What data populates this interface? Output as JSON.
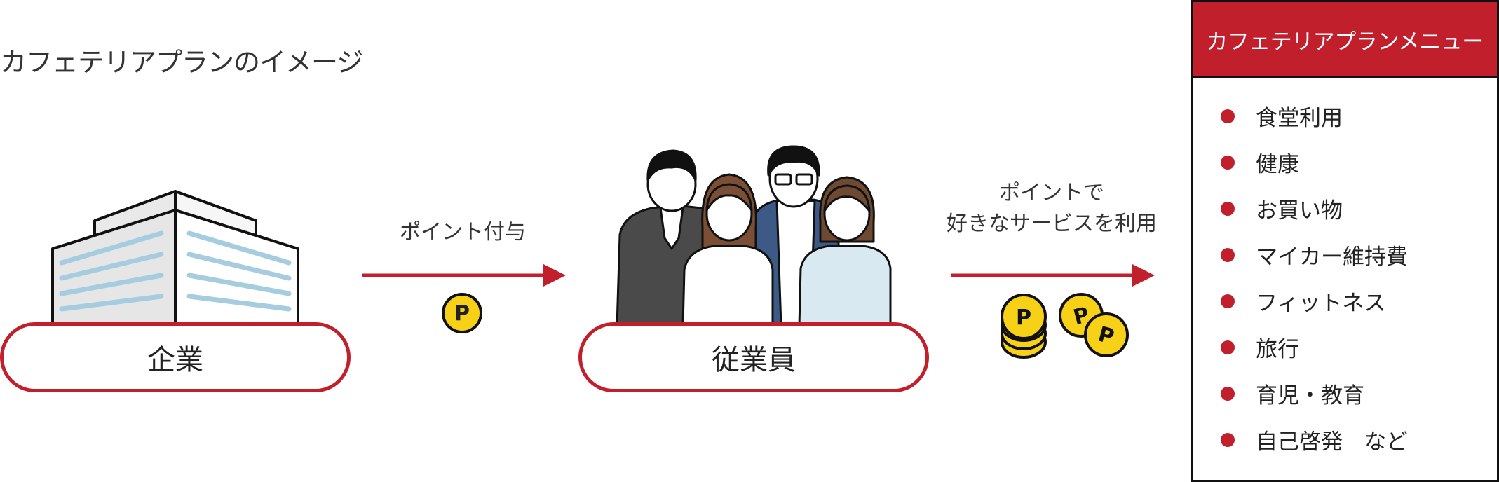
{
  "title": "カフェテリアプランのイメージ",
  "company": {
    "label": "企業"
  },
  "employees": {
    "label": "従業員"
  },
  "flow1": {
    "caption": "ポイント付与",
    "coin": "P"
  },
  "flow2": {
    "caption_line1": "ポイントで",
    "caption_line2": "好きなサービスを利用",
    "coin": "P"
  },
  "menu": {
    "header": "カフェテリアプランメニュー",
    "items": [
      "食堂利用",
      "健康",
      "お買い物",
      "マイカー維持費",
      "フィットネス",
      "旅行",
      "育児・教育",
      "自己啓発　など"
    ]
  },
  "colors": {
    "accent": "#c11f2b",
    "coin": "#f7d117",
    "window": "#a6cce0"
  }
}
